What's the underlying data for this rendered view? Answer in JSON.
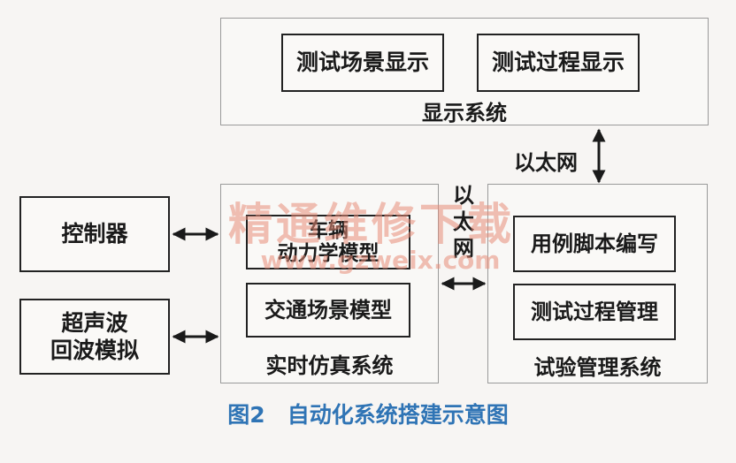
{
  "display_system": {
    "label": "显示系统",
    "scene_display": "测试场景显示",
    "process_display": "测试过程显示"
  },
  "link_display_test": "以太网",
  "link_sim_test": [
    "以",
    "太",
    "网"
  ],
  "controller": "控制器",
  "ultrasonic": [
    "超声波",
    "回波模拟"
  ],
  "sim_system": {
    "label": "实时仿真系统",
    "vehicle_model": [
      "车辆",
      "动力学模型"
    ],
    "traffic_model": "交通场景模型"
  },
  "test_system": {
    "label": "试验管理系统",
    "case_script": "用例脚本编写",
    "process_mgmt": "测试过程管理"
  },
  "caption": "图2　自动化系统搭建示意图",
  "watermark": {
    "cn": "精通维修下载",
    "url": "www.gzweix.com"
  }
}
